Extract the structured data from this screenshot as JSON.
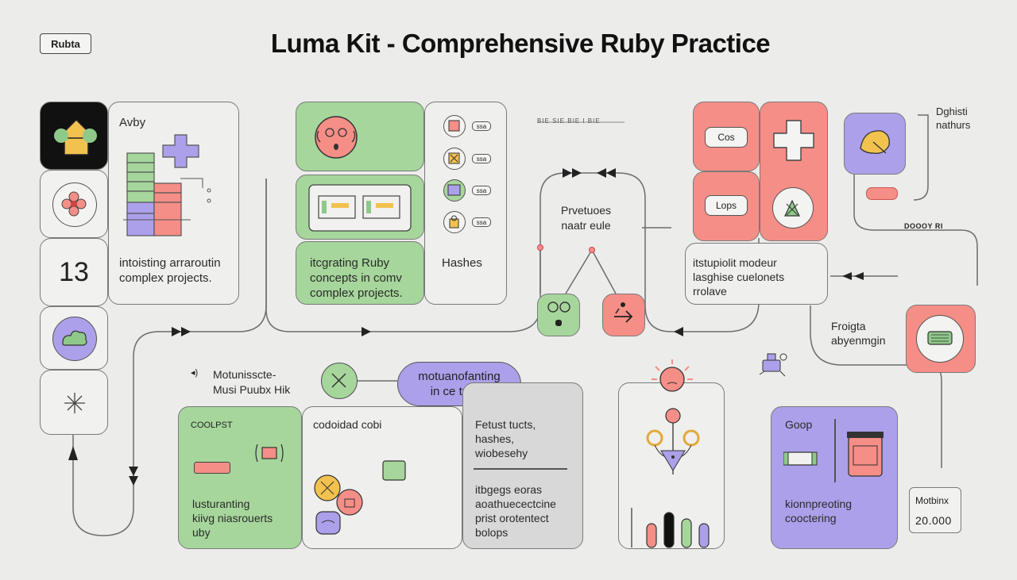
{
  "header": {
    "badge": "Rubta",
    "title": "Luma Kit - Comprehensive Ruby Practice"
  },
  "left_column": {
    "tile_number": "13",
    "card_title": "Avby",
    "card_text": "intoisting arraroutin\ncomplex projects."
  },
  "center_top": {
    "green_text": "itcgrating Ruby\nconcepts in comv\ncomplex projects.",
    "hashes_label": "Hashes",
    "tag_labels": [
      "ssa",
      "ssa",
      "ssa",
      "ssa"
    ]
  },
  "flow_middle": {
    "label": "Prvetuoes\nnaatr eule",
    "scribble": "BIE SIE BIE I BIE"
  },
  "right_top": {
    "pill_1": "Cos",
    "pill_2": "Lops",
    "note": "Dghisti\nnathurs",
    "tag": "DOOOY RI",
    "desc": "itstupiolit modeur\nlasghise cuelonets\nrrolave",
    "side_label": "Froigta\nabyenmgin"
  },
  "bottom_left": {
    "header_label": "Motunisscte-\nMusi Puubx Hik",
    "cooler_label": "COOLPST",
    "cooler_text": "lusturanting\nkiivg niasrouerts\nuby",
    "bubble": "motuanofanting\nin ce tuec?",
    "panel_title": "codoidad cobi",
    "grey_text_1": "Fetust tucts,\nhashes,\nwiobesehy",
    "grey_text_2": "itbgegs eoras\naoathuecectcine\nprist orotentect\nbolops"
  },
  "bottom_right": {
    "purple_title": "Goop",
    "purple_text": "kionnpreoting\ncooctering",
    "metric_label": "Motbinx",
    "metric_value": "20.000"
  }
}
